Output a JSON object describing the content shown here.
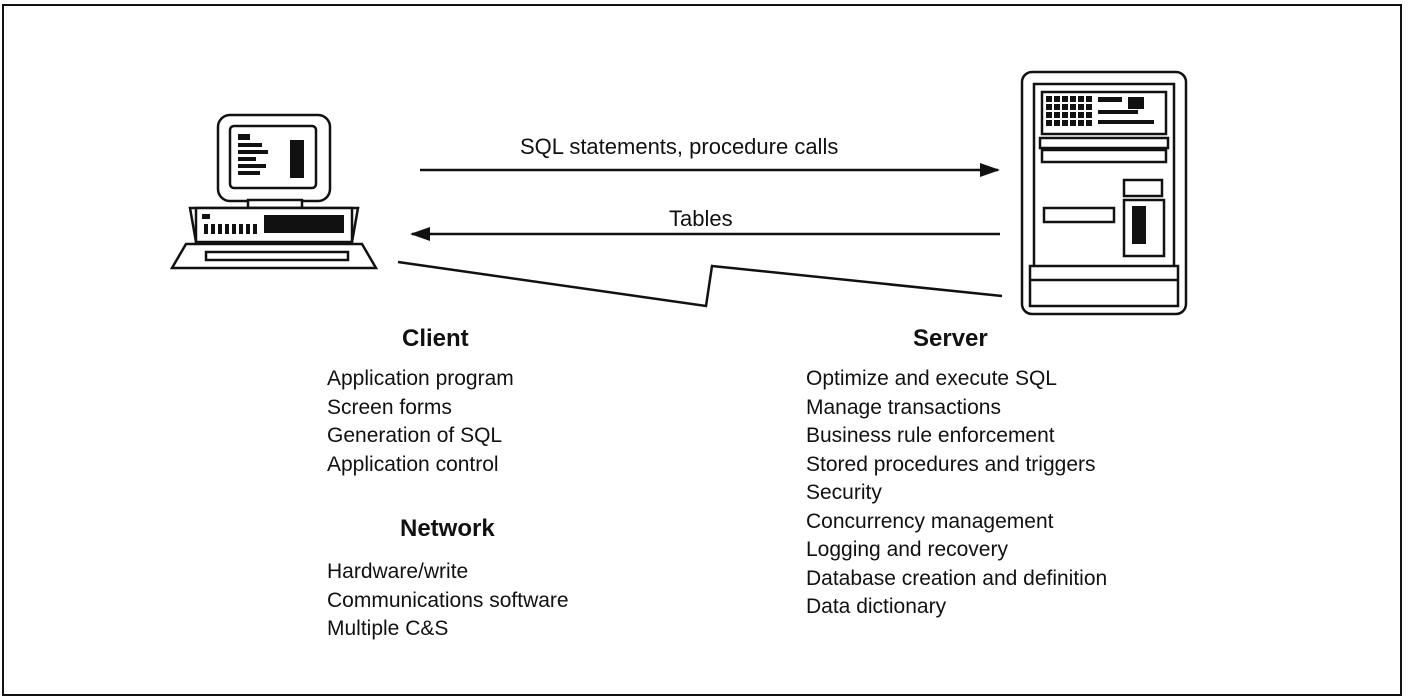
{
  "arrows": {
    "request_label": "SQL statements, procedure calls",
    "response_label": "Tables"
  },
  "client": {
    "heading": "Client",
    "items": [
      "Application program",
      "Screen forms",
      "Generation of SQL",
      "Application control"
    ]
  },
  "network": {
    "heading": "Network",
    "items": [
      "Hardware/write",
      "Communications software",
      "Multiple C&S"
    ]
  },
  "server": {
    "heading": "Server",
    "items": [
      "Optimize and execute SQL",
      "Manage transactions",
      "Business rule enforcement",
      "Stored procedures and triggers",
      "Security",
      "Concurrency management",
      "Logging and recovery",
      "Database creation and definition",
      "Data dictionary"
    ]
  },
  "icons": {
    "client": "desktop-computer-icon",
    "server": "server-cabinet-icon"
  }
}
